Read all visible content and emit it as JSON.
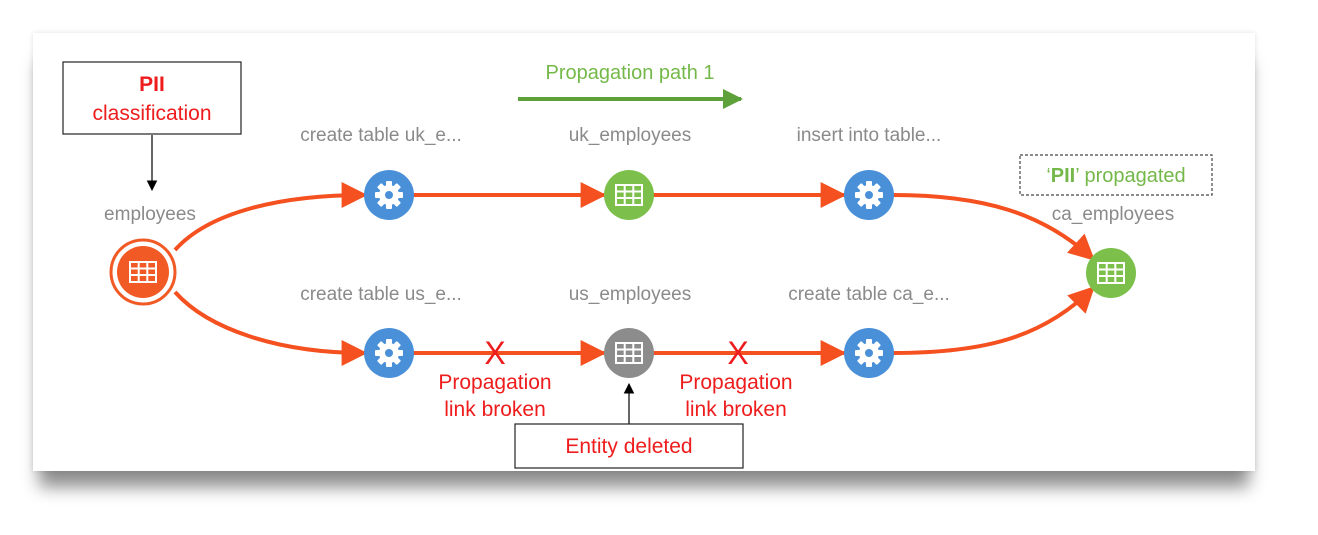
{
  "annotations": {
    "pii_box": {
      "title": "PII",
      "subtitle": "classification"
    },
    "path_label": "Propagation path 1",
    "propagated_box": {
      "open_quote": "‘",
      "term": "PII",
      "rest": "’ propagated"
    },
    "broken_link": {
      "line1": "Propagation",
      "line2": "link broken"
    },
    "broken_marker": "X",
    "deleted_box": "Entity deleted"
  },
  "nodes": {
    "employees": {
      "label": "employees",
      "kind": "table",
      "status": "source"
    },
    "create_uk": {
      "label": "create table uk_e...",
      "kind": "process"
    },
    "uk_employees": {
      "label": "uk_employees",
      "kind": "table",
      "status": "active"
    },
    "insert_into": {
      "label": "insert into table...",
      "kind": "process"
    },
    "ca_employees": {
      "label": "ca_employees",
      "kind": "table",
      "status": "active"
    },
    "create_us": {
      "label": "create table us_e...",
      "kind": "process"
    },
    "us_employees": {
      "label": "us_employees",
      "kind": "table",
      "status": "deleted"
    },
    "create_ca": {
      "label": "create table ca_e...",
      "kind": "process"
    }
  },
  "colors": {
    "edge": "#f5501f",
    "source_node": "#f15a24",
    "process_node": "#4a90d9",
    "table_node": "#7cc04b",
    "deleted_node": "#8c8c8c",
    "path_arrow": "#5ea13a",
    "error": "#ee1c1c"
  }
}
